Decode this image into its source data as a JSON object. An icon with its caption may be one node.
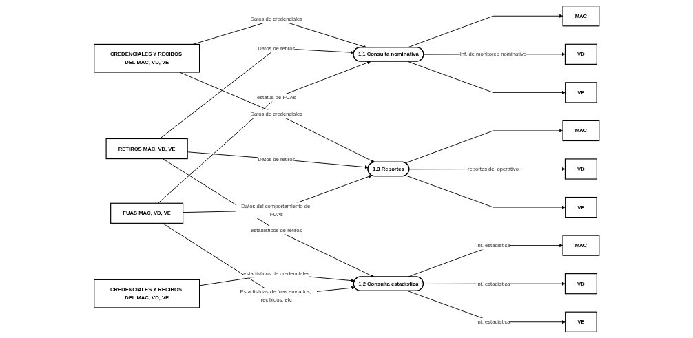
{
  "diagram": {
    "nodes": [
      {
        "text": [
          "MAC"
        ]
      },
      {
        "text": [
          "VD"
        ]
      },
      {
        "text": [
          "VE"
        ]
      },
      {
        "text": [
          "CREDENCIALES Y RECIBOS DEL MAC, VD, VE"
        ]
      },
      {
        "text": [
          "MAC"
        ]
      },
      {
        "text": [
          "VD"
        ]
      },
      {
        "text": [
          "VE"
        ]
      },
      {
        "text": [
          "1.1 Consulta nominativa"
        ]
      },
      {
        "text": [
          "RETIROS MAC, VD, VE"
        ]
      },
      {
        "text": [
          "1.3 Reportes"
        ]
      },
      {
        "text": [
          "CREDENCIALES Y RECIBOS DEL MAC, VD, VE"
        ]
      },
      {
        "text": [
          "FUAS MAC, VD, VE"
        ]
      },
      {
        "text": [
          "1.2 Consulta estadística"
        ]
      },
      {
        "text": [
          "MAC"
        ]
      },
      {
        "text": [
          "VD"
        ]
      },
      {
        "text": [
          "VE"
        ]
      }
    ],
    "edges": [
      {
        "from": 7,
        "to": 0,
        "arrow": "to"
      },
      {
        "from": 7,
        "to": 1,
        "arrow": "to",
        "label": "Inf. de monitoreo nominativo"
      },
      {
        "from": 7,
        "to": 2,
        "arrow": "to"
      },
      {
        "from": 3,
        "to": 7,
        "arrow": "to",
        "label": "Datos de credenciales"
      },
      {
        "from": 8,
        "to": 7,
        "arrow": "to",
        "label": "Datos de retiros"
      },
      {
        "from": 3,
        "to": 9,
        "arrow": "to",
        "label": "Datos de credenciales"
      },
      {
        "from": 8,
        "to": 9,
        "arrow": "to",
        "label": "Datos de retiros"
      },
      {
        "from": 9,
        "to": 4,
        "arrow": "to"
      },
      {
        "from": 9,
        "to": 5,
        "arrow": "to",
        "label": "reportes del operativo"
      },
      {
        "from": 9,
        "to": 6,
        "arrow": "to"
      },
      {
        "from": 11,
        "to": 7,
        "arrow": "to",
        "label": "estatus de FUAs"
      },
      {
        "from": 8,
        "to": 12,
        "arrow": "to",
        "label": "estadísticos de retiros"
      },
      {
        "from": 10,
        "to": 12,
        "arrow": "to",
        "label": "estadísticos de credenciales"
      },
      {
        "from": 11,
        "to": 12,
        "arrow": "to",
        "label": "Estadísticas de fuas enviados, recibidos, etc"
      },
      {
        "from": 12,
        "to": 13,
        "arrow": "to",
        "label": "Inf. estadística"
      },
      {
        "from": 12,
        "to": 14,
        "arrow": "to",
        "label": "Inf. estadística"
      },
      {
        "from": 12,
        "to": 15,
        "arrow": "to",
        "label": "Inf. estadística"
      },
      {
        "from": 11,
        "to": 9,
        "arrow": "to",
        "label": "Datos del comportamiento de FUAs"
      }
    ]
  }
}
